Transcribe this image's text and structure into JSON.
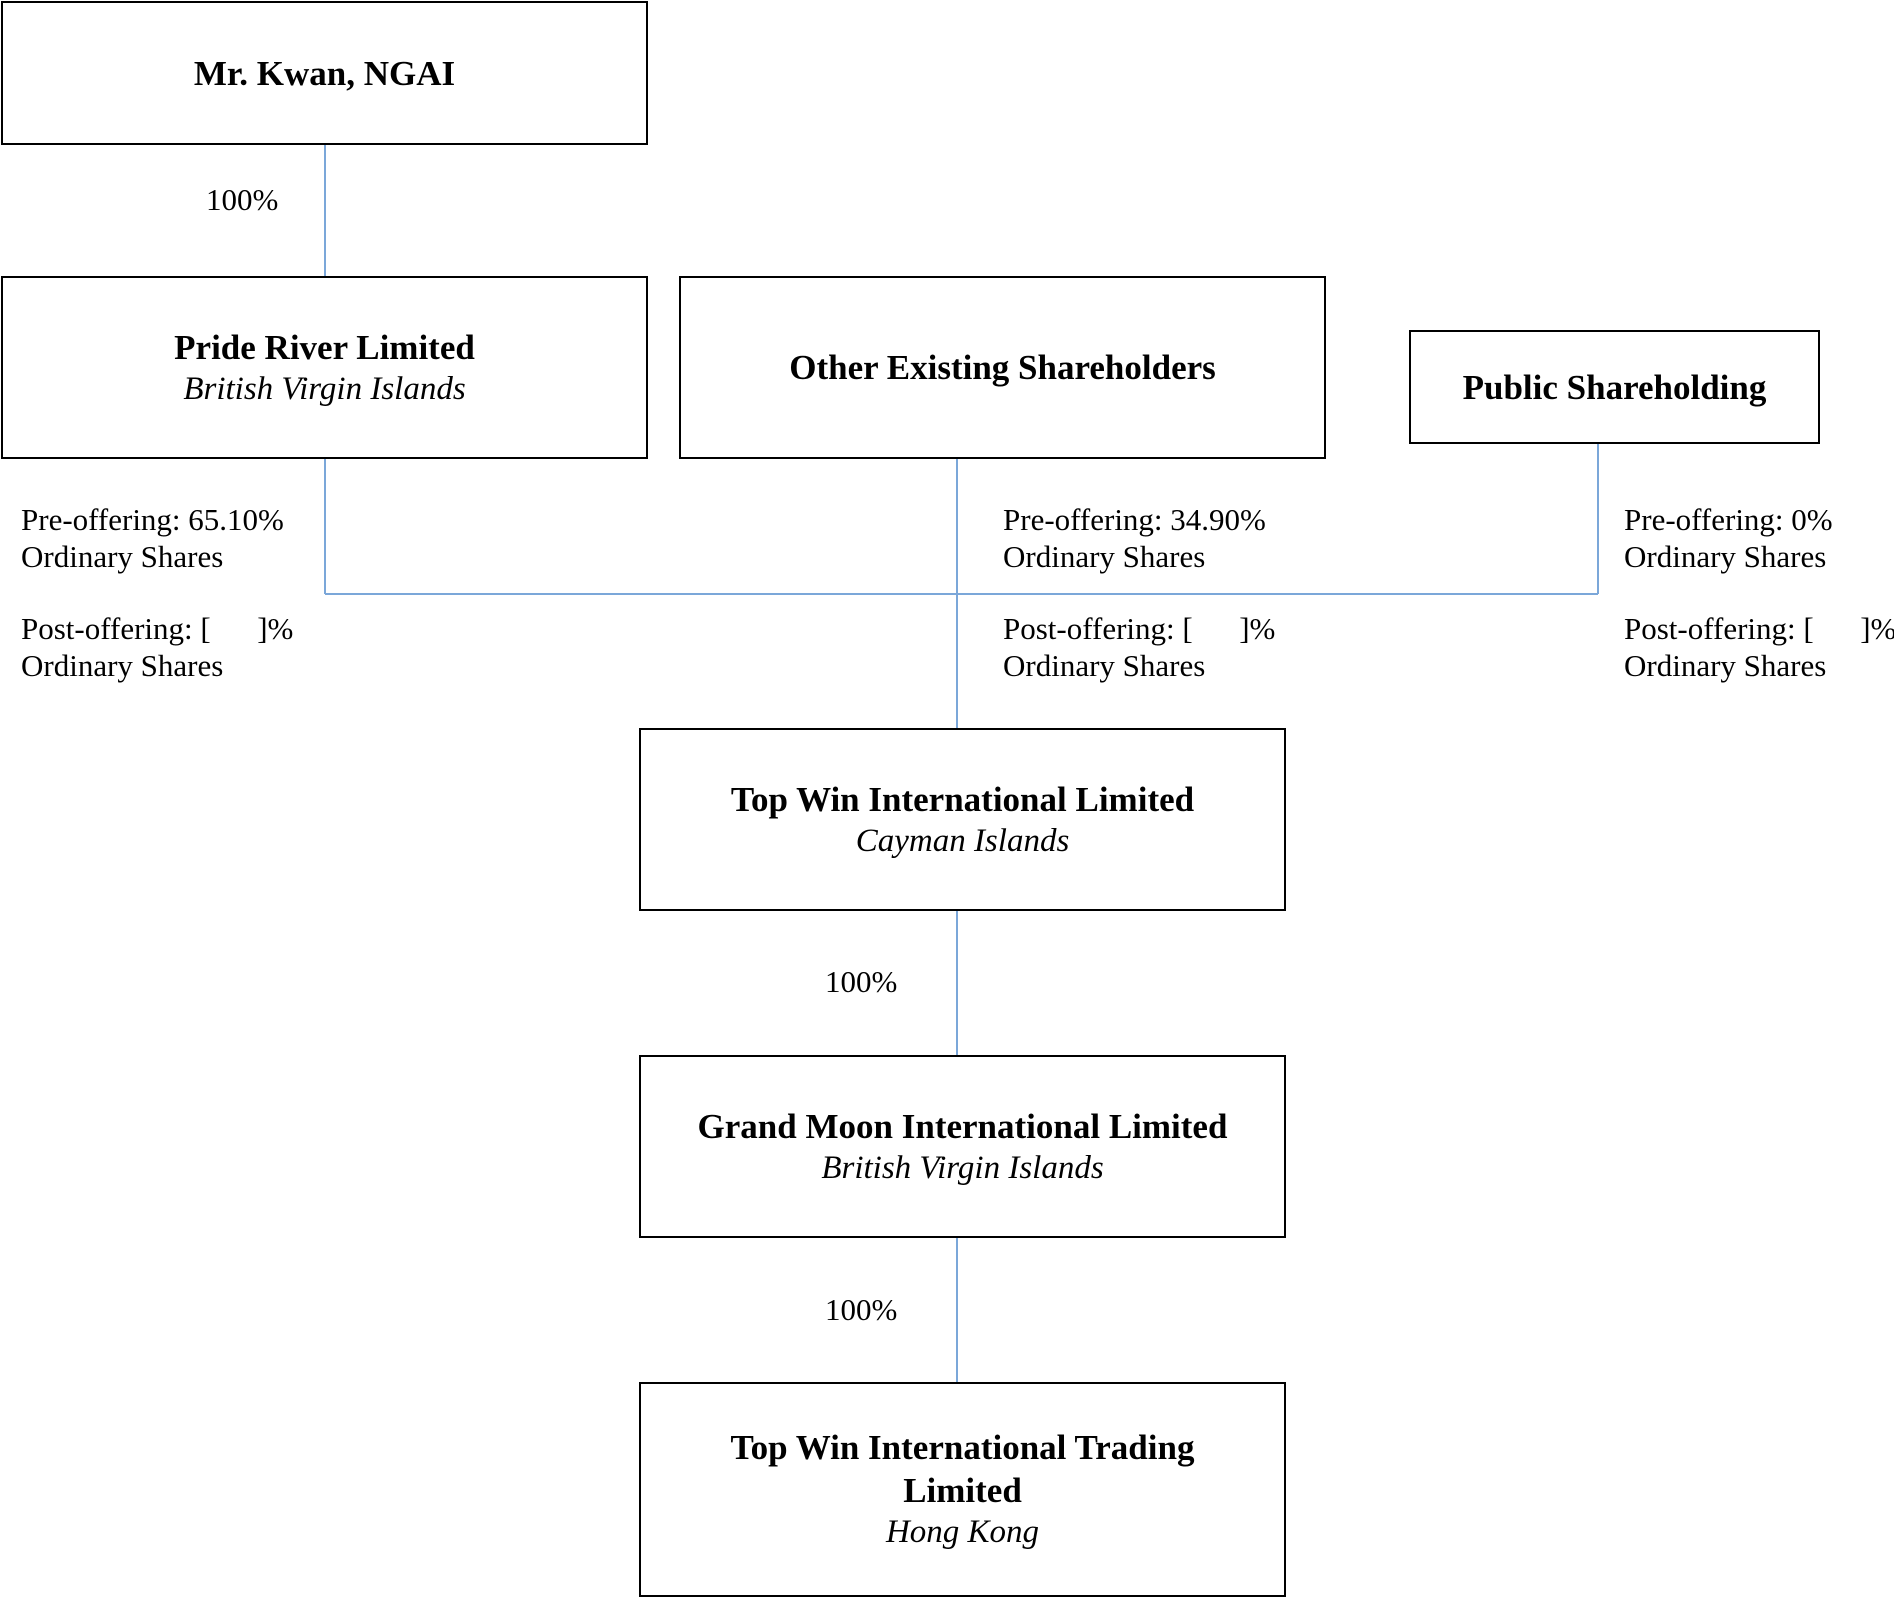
{
  "colors": {
    "connector": "#7ba7d9",
    "box_border": "#000000"
  },
  "entities": {
    "mr_kwan": {
      "name": "Mr. Kwan, NGAI"
    },
    "pride_river": {
      "name": "Pride River Limited",
      "jurisdiction": "British Virgin Islands"
    },
    "other_shareholders": {
      "name": "Other Existing Shareholders"
    },
    "public_shareholding": {
      "name": "Public Shareholding"
    },
    "top_win": {
      "name": "Top Win International Limited",
      "jurisdiction": "Cayman Islands"
    },
    "grand_moon": {
      "name": "Grand Moon International Limited",
      "jurisdiction": "British Virgin Islands"
    },
    "top_win_trading": {
      "name_line1": "Top Win International Trading",
      "name_line2": "Limited",
      "jurisdiction": "Hong Kong"
    }
  },
  "edges": {
    "kwan_to_pride": "100%",
    "topwin_to_grandmoon": "100%",
    "grandmoon_to_trading": "100%"
  },
  "holdings": {
    "pride_river": {
      "pre": "Pre-offering: 65.10%",
      "pre_class": "Ordinary Shares",
      "post": "Post-offering: [      ]%",
      "post_class": "Ordinary Shares"
    },
    "other_shareholders": {
      "pre": "Pre-offering: 34.90%",
      "pre_class": "Ordinary Shares",
      "post": "Post-offering: [      ]%",
      "post_class": "Ordinary Shares"
    },
    "public_shareholding": {
      "pre": "Pre-offering: 0%",
      "pre_class": "Ordinary Shares",
      "post": "Post-offering: [      ]%",
      "post_class": "Ordinary Shares"
    }
  }
}
